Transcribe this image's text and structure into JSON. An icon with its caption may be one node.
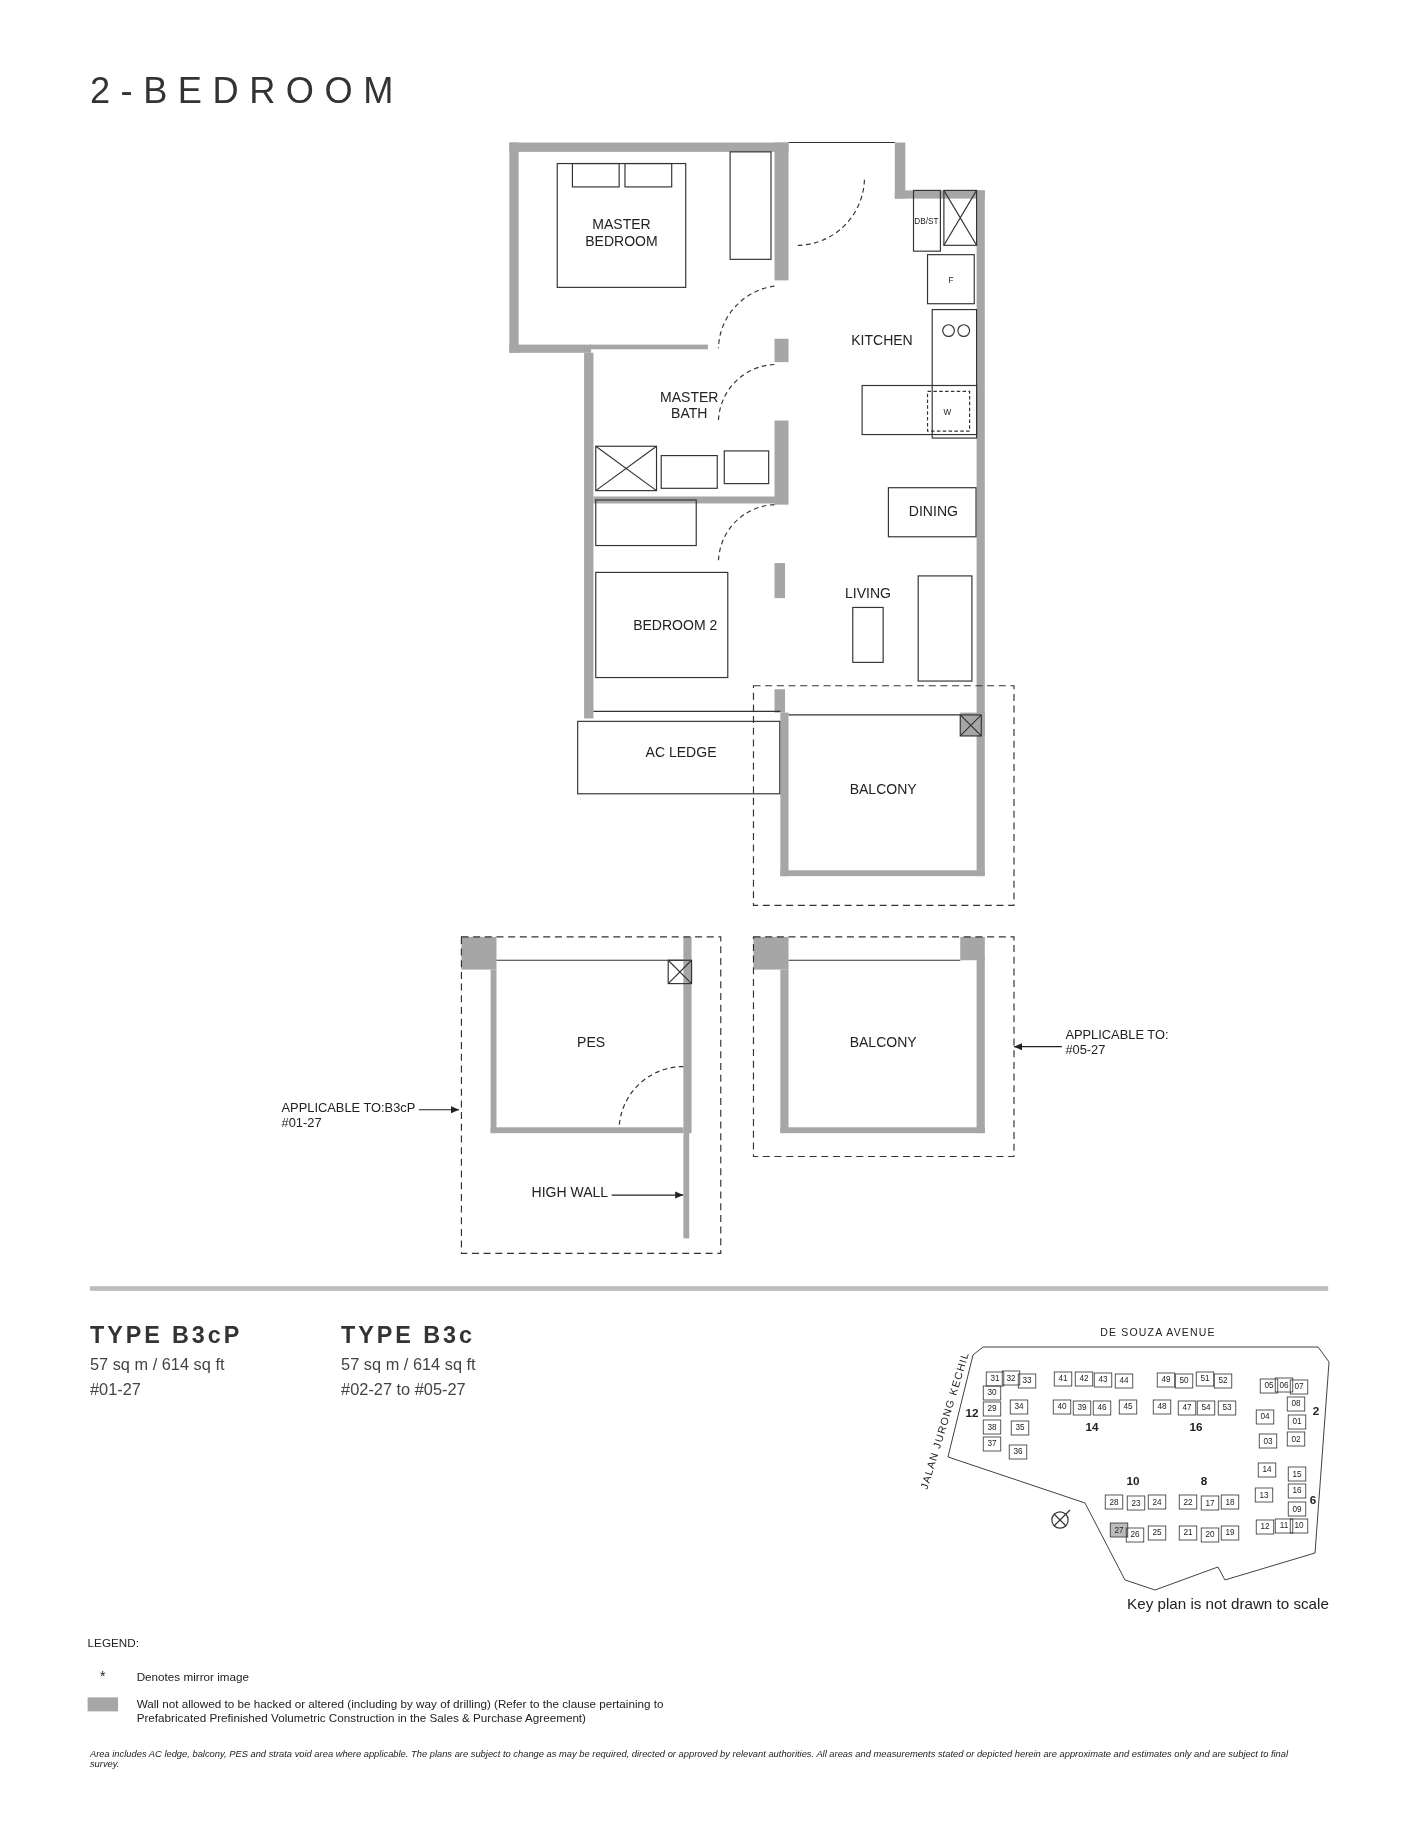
{
  "diagram": {
    "title": "2-BEDROOM",
    "nodes": [
      {
        "text": [
          "MASTER BEDROOM"
        ]
      },
      {
        "text": [
          "MASTER BATH"
        ]
      },
      {
        "text": [
          "KITCHEN"
        ]
      },
      {
        "text": [
          "DINING"
        ]
      },
      {
        "text": [
          "LIVING"
        ]
      },
      {
        "text": [
          "BEDROOM 2"
        ]
      },
      {
        "text": [
          "AC LEDGE"
        ]
      },
      {
        "text": [
          "BALCONY"
        ]
      },
      {
        "text": [
          "PES"
        ]
      },
      {
        "text": [
          "BALCONY"
        ]
      },
      {
        "text": [
          "APPLICABLE TO:B3cP",
          "#01-27"
        ]
      },
      {
        "text": [
          "HIGH WALL"
        ]
      },
      {
        "text": [
          "APPLICABLE TO:",
          "#05-27"
        ]
      },
      {
        "text": [],
        "shape": "bar"
      }
    ],
    "edges": [
      {
        "from": 10,
        "to": null,
        "arrow": "to"
      },
      {
        "from": 11,
        "to": 13,
        "arrow": "to"
      },
      {
        "from": 12,
        "to": null,
        "arrow": "to"
      }
    ],
    "labels": [
      "DB/ST",
      "F",
      "W",
      "TYPE B3cP",
      "57 sq m / 614 sq ft",
      "#01-27",
      "TYPE B3c",
      "57 sq m / 614 sq ft",
      "#02-27 to #05-27",
      "DE SOUZA AVENUE",
      "JALAN JURONG KECHIL",
      "31",
      "32",
      "33",
      "30",
      "12",
      "29",
      "34",
      "38",
      "35",
      "37",
      "36",
      "41",
      "42",
      "43",
      "44",
      "40",
      "39",
      "46",
      "45",
      "14",
      "49",
      "50",
      "51",
      "52",
      "48",
      "47",
      "54",
      "53",
      "16",
      "05",
      "06",
      "07",
      "08",
      "2",
      "04",
      "01",
      "03",
      "02",
      "14",
      "15",
      "16",
      "13",
      "6",
      "09",
      "12",
      "11",
      "10",
      "10",
      "8",
      "28",
      "23",
      "24",
      "22",
      "17",
      "18",
      "27",
      "26",
      "25",
      "21",
      "20",
      "19",
      "Key plan is not drawn to scale",
      "LEGEND:",
      "*",
      "Area includes AC ledge, balcony, PES and strata void area where applicable. The plans are subject to change as may be required, directed or approved by relevant authorities. All areas and measurements stated or depicted herein are approximate and estimates only and are subject to final survey."
    ],
    "legend": [
      {
        "text": "Denotes mirror image"
      },
      {
        "text": "Wall not allowed to be hacked or altered (including by way of drilling) (Refer to the clause pertaining to Prefabricated Prefinished Volumetric Construction in the Sales & Purchase Agreement)",
        "color": "#a6a6a6"
      }
    ]
  }
}
